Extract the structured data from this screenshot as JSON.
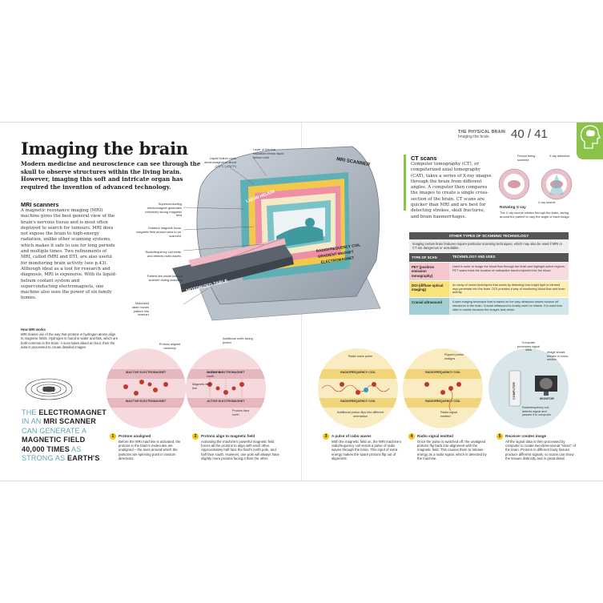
{
  "header": {
    "section": "THE PHYSICAL BRAIN",
    "subsection": "Imaging the brain",
    "pages": "40 / 41"
  },
  "title": "Imaging the brain",
  "intro": "Modern medicine and neuroscience can see through the skull to observe structures within the living brain. However, imaging this soft and intricate organ has required the invention of advanced technology.",
  "mri": {
    "heading": "MRI scanners",
    "text": "A magnetic resonance imaging (MRI) machine gives the best general view of the brain's nervous tissue and is most often deployed to search for tumours. MRI does not expose the brain to high-energy radiation, unlike other scanning systems, which makes it safe to use for long periods and multiple times. Two refinements of MRI, called fMRI and DTI, are also useful for monitoring brain activity (see p.43). Although ideal as a tool for research and diagnosis, MRI is expensive. With its liquid-helium coolant system and superconducting electromagnets, one machine also uses the power of six family homes.",
    "works_heading": "How MRI works",
    "works_text": "MRI makes use of the way that protons in hydrogen atoms align to magnetic fields. Hydrogen is found in water and fats, which are both common in the brain. A scan takes about an hour, then the data is processed to create detailed images."
  },
  "fact": {
    "l1a": "THE ",
    "l1b": "ELECTROMAGNET",
    "l2a": "IN AN ",
    "l2b": "MRI SCANNER",
    "l3": "CAN GENERATE A",
    "l4": "MAGNETIC FIELD",
    "l5a": "40,000 TIMES",
    "l5b": " AS",
    "l6a": "STRONG AS ",
    "l6b": "EARTH'S"
  },
  "scanner": {
    "label": "MRI SCANNER",
    "helium": "LIQUID HELIUM",
    "rf_coil": "RADIOFREQUENCY COIL",
    "gradient": "GRADIENT MAGNET",
    "electromagnet": "ELECTROMAGNET",
    "table": "MOTORIZED TABLE",
    "callouts": {
      "helium_coils": "Liquid helium cools electromagnet to about -270°C (-451°F)",
      "thermal": "Layer of thermal insulation keeps liquid helium cold",
      "superconducting": "Superconducting electromagnet generates extremely strong magnetic field",
      "gradient": "Gradient magnets focus magnetic field around area to be scanned",
      "rf": "Radiofrequency coil emits and detects radio waves",
      "patient": "Patient lies inside body of scanner during scanning",
      "table": "Motorized table moves patient into scanner"
    }
  },
  "ct": {
    "heading": "CT scans",
    "text": "Computer tomography (CT), or computerized axial tomography (CAT), takes a series of X-ray images through the brain from different angles. A computer then compares the images to create a single cross-section of the brain. CT scans are quicker than MRI and are best for detecting strokes, skull fractures, and brain haemorrhages.",
    "person_label": "Person being scanned",
    "detection_label": "X-ray detection",
    "source_label": "X-ray source",
    "rotating_heading": "Rotating X-ray",
    "rotating_text": "The X-ray source rotates through the brain, arcing around the patient to vary the angle of each image."
  },
  "table": {
    "title": "OTHER TYPES OF SCANNING TECHNOLOGY",
    "desc": "Imaging certain brain features require particular scanning techniques, which may also be used if MRI or CT are dangerous or unsuitable.",
    "col1": "TYPE OF SCAN",
    "col2": "TECHNOLOGY AND USES",
    "rows": [
      {
        "type": "PET (positron emission tomography)",
        "use": "Used in order to image the blood flow through the brain and highlight active regions. PET scans track the location of radioactive tracers injected into the blood.",
        "color": "#f4c6cf"
      },
      {
        "type": "DOI (diffuse optical imaging)",
        "use": "An array of newer techniques that works by detecting how bright light or infrared rays penetrate into the brain. DOI provides a way of monitoring blood flow and brain activity.",
        "color": "#f8e27a"
      },
      {
        "type": "Cranial ultrasound",
        "use": "A safe imaging technique that is based on the way ultrasonic waves bounce off structures in the brain. Cranial ultrasound is mostly used on infants. It is used less often in adults because the images lack detail.",
        "color": "#9fcfd2"
      }
    ]
  },
  "steps": [
    {
      "num": "1",
      "title": "Protons unaligned",
      "text": "Before the MRI machine is activated, the protons in the brain's molecules are unaligned – the axes around which the particles are spinning point in random directions."
    },
    {
      "num": "2",
      "title": "Protons align to magnetic field",
      "text": "Activating the machine's powerful magnetic field forces all the protons to align with each other. Approximately half face the field's north pole, and half face south. However, one pole will always have slightly more protons facing it than the other."
    },
    {
      "num": "3",
      "title": "A pulse of radio waves",
      "text": "With the magnetic field on, the MRI machine's radiofrequency coil sends a pulse of radio waves through the brain. This input of extra energy makes the spare protons flip out of alignment."
    },
    {
      "num": "4",
      "title": "Radio signal emitted",
      "text": "Once the pulse is switched off, the unaligned protons flip back into alignment with the magnetic field. This causes them to release energy as a radio signal, which is detected by the machine."
    },
    {
      "num": "5",
      "title": "Receiver creates image",
      "text": "All the signal data is then processed by computer to create two-dimensional \"slices\" of the brain. Protons in different body tissues produce different signals, so scans can show the tissues distinctly and in great detail."
    }
  ],
  "diagram": {
    "inactive": "INACTIVE ELECTROMAGNET",
    "active": "ACTIVE ELECTROMAGNET",
    "rf": "RADIOFREQUENCY COIL",
    "protons_aligned_randomly": "Protons aligned randomly",
    "additional_north": "Additional north-facing proton",
    "protons_face_south": "Protons face south",
    "magnetic_field_line": "Magnetic field line",
    "protons_face_north": "Protons face north",
    "radio_wave_pulse": "Radio wave pulse",
    "additional_proton_flips": "Additional proton flips into different orientation",
    "flipped_proton_realigns": "Flipped proton realigns",
    "radio_signal_emitted": "Radio signal emitted",
    "computer": "COMPUTER",
    "monitor": "MONITOR",
    "computer_processes": "Computer processes signal data",
    "image_shows": "Image shows tissues in cross-section",
    "rf_detects": "Radiofrequency coil detects signal and passes it to computer"
  }
}
